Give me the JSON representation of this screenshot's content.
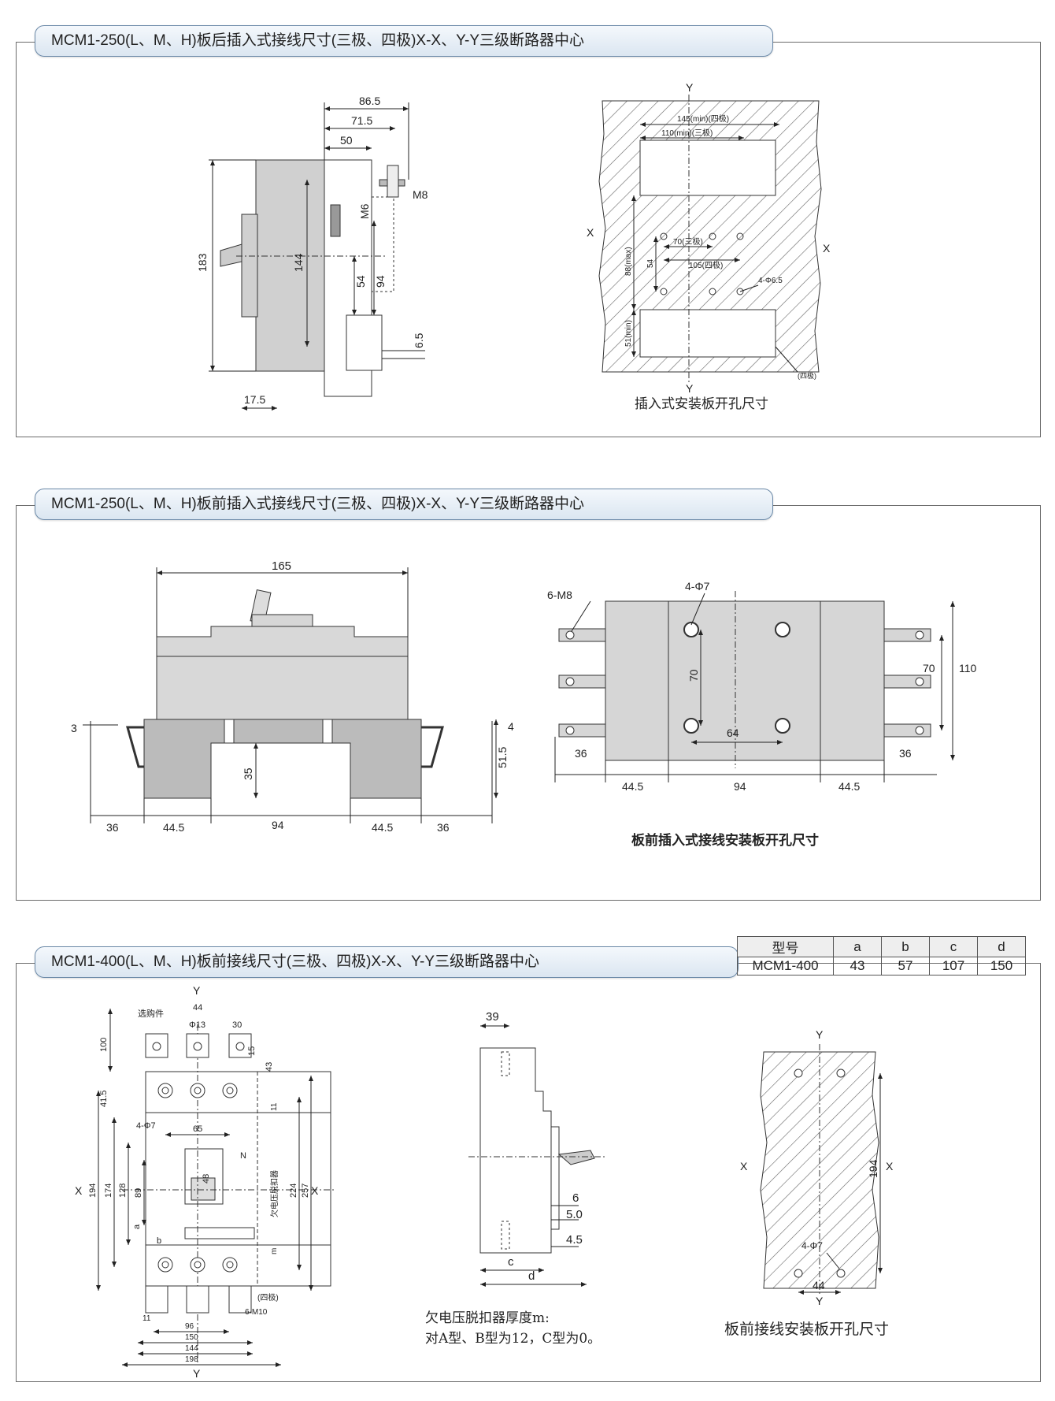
{
  "sections": [
    {
      "title": "MCM1-250(L、M、H)板后插入式接线尺寸(三极、四极)X-X、Y-Y三级断路器中心",
      "caption": "插入式安装板开孔尺寸",
      "left_dims": [
        "86.5",
        "71.5",
        "50",
        "183",
        "144",
        "M6",
        "M8",
        "54",
        "94",
        "6.5",
        "17.5"
      ],
      "right_dims": [
        "Y",
        "Y",
        "X",
        "X",
        "145(min)(四极)",
        "110(min)(三极)",
        "70(三极)",
        "105(四极)",
        "88(max)",
        "54",
        "4-Φ6.5",
        "51(min)",
        "(四极)"
      ]
    },
    {
      "title": "MCM1-250(L、M、H)板前插入式接线尺寸(三极、四极)X-X、Y-Y三级断路器中心",
      "caption": "板前插入式接线安装板开孔尺寸",
      "left_dims": [
        "165",
        "3",
        "4",
        "51.5",
        "35",
        "36",
        "44.5",
        "94",
        "44.5",
        "36"
      ],
      "right_dims": [
        "6-M8",
        "4-Φ7",
        "70",
        "110",
        "70",
        "64",
        "36",
        "36",
        "44.5",
        "94",
        "44.5"
      ]
    },
    {
      "title": "MCM1-400(L、M、H)板前接线尺寸(三极、四极)X-X、Y-Y三级断路器中心",
      "caption": "板前接线安装板开孔尺寸",
      "note_lines": [
        "欠电压脱扣器厚度m:",
        "对A型、B型为12，C型为0。"
      ],
      "front_dims": [
        "Y",
        "选购件",
        "44",
        "Φ13",
        "30",
        "100",
        "15",
        "43",
        "41.5",
        "11",
        "4-Φ7",
        "65",
        "N",
        "欠电压脱扣器",
        "X",
        "X",
        "194",
        "174",
        "128",
        "89",
        "48",
        "a",
        "b",
        "224",
        "257",
        "m",
        "(四极)",
        "6-M10",
        "11",
        "96",
        "150",
        "144",
        "198",
        "Y"
      ],
      "side_dims": [
        "39",
        "6",
        "5.0",
        "4.5",
        "c",
        "d"
      ],
      "cutout_dims": [
        "Y",
        "X",
        "X",
        "194",
        "4-Φ7",
        "44",
        "Y"
      ]
    }
  ],
  "model_table": {
    "headers": [
      "型号",
      "a",
      "b",
      "c",
      "d"
    ],
    "rows": [
      [
        "MCM1-400",
        "43",
        "57",
        "107",
        "150"
      ]
    ]
  },
  "colors": {
    "pill_border": "#6b89a8",
    "pill_fill": "#dbe6f1",
    "body_gray": "#d0d0d0",
    "line": "#333333"
  }
}
